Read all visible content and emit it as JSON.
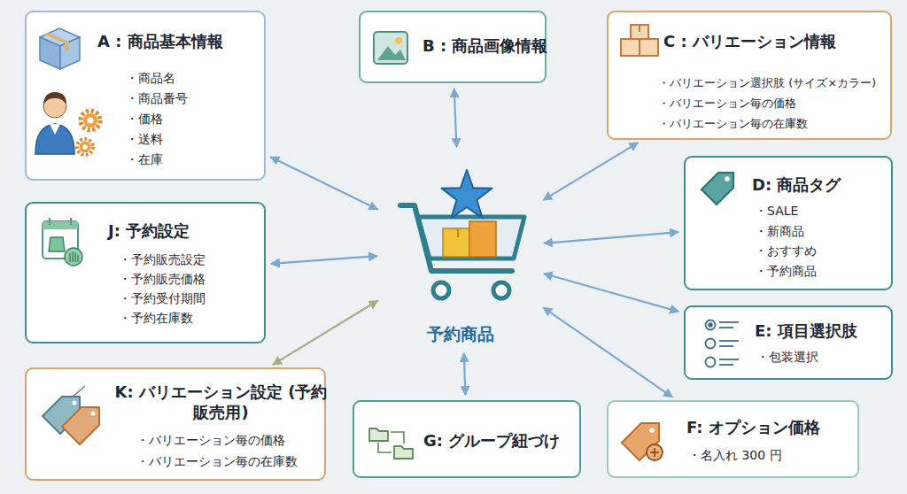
{
  "diagram": {
    "nodes": [
      {
        "text": [
          "A : 商品基本情報",
          "・商品名",
          "・商品番号",
          "・価格",
          "・送料",
          "・在庫"
        ]
      },
      {
        "text": [
          "B : 商品画像情報"
        ]
      },
      {
        "text": [
          "C : バリエーション情報",
          "・バリエーション選択肢 (サイズ×カラー)",
          "・バリエーション毎の価格",
          "・バリエーション毎の在庫数"
        ]
      },
      {
        "text": [
          "J: 予約設定",
          "・予約販売設定",
          "・予約販売価格",
          "・予約受付期間",
          "・予約在庫数"
        ]
      },
      {
        "text": [
          "予約商品"
        ]
      },
      {
        "text": [
          "D: 商品タグ",
          "・SALE",
          "・新商品",
          "・おすすめ",
          "・予約商品"
        ]
      },
      {
        "text": [
          "E: 項目選択肢",
          "・包装選択"
        ]
      },
      {
        "text": [
          "K: バリエーション設定 (予約販売用)",
          "・バリエーション毎の価格",
          "・バリエーション毎の在庫数"
        ]
      },
      {
        "text": [
          "G: グループ紐づけ"
        ]
      },
      {
        "text": [
          "F: オプション価格",
          "・名入れ 300 円"
        ]
      }
    ],
    "edges": [
      {
        "from": 4,
        "to": 0,
        "arrow": "both"
      },
      {
        "from": 4,
        "to": 1,
        "arrow": "both"
      },
      {
        "from": 4,
        "to": 2,
        "arrow": "both"
      },
      {
        "from": 4,
        "to": 3,
        "arrow": "both"
      },
      {
        "from": 4,
        "to": 5,
        "arrow": "both"
      },
      {
        "from": 4,
        "to": 6,
        "arrow": "both"
      },
      {
        "from": 4,
        "to": 7,
        "arrow": "both"
      },
      {
        "from": 4,
        "to": 8,
        "arrow": "both"
      },
      {
        "from": 4,
        "to": 9,
        "arrow": "both"
      }
    ]
  }
}
